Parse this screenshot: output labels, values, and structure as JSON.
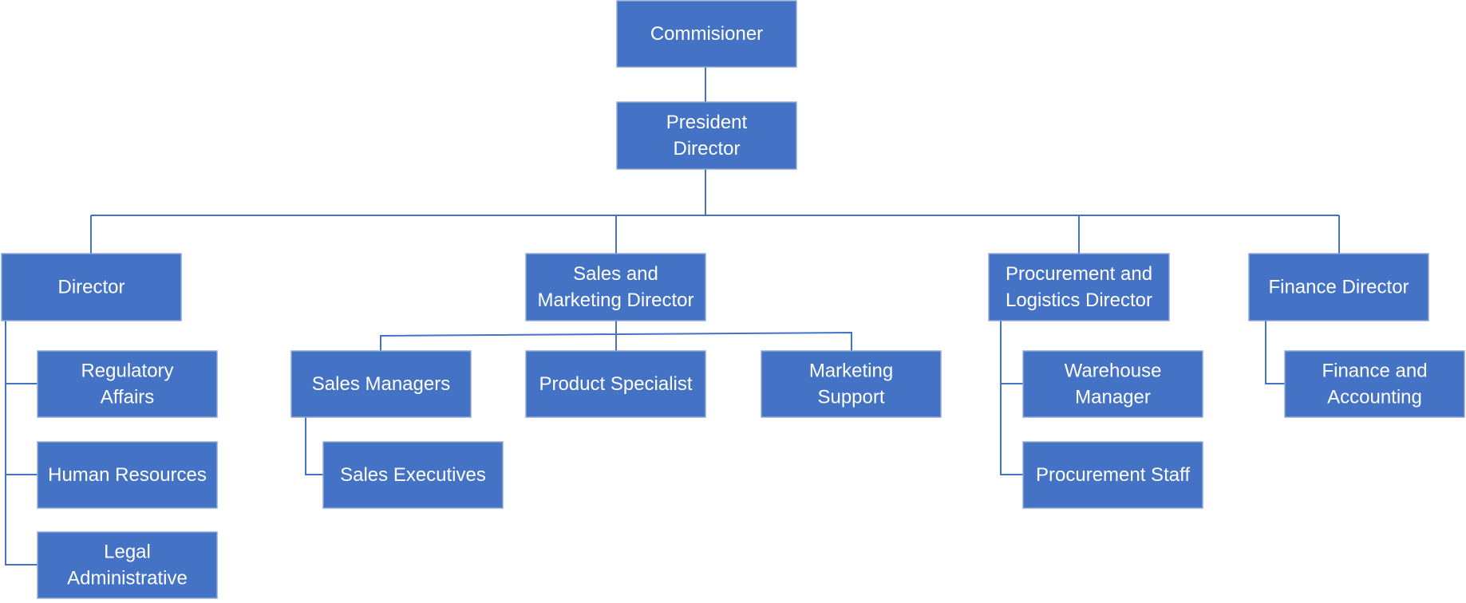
{
  "colors": {
    "box": "#4472c4",
    "line": "#4472c4",
    "text": "#ffffff"
  },
  "nodes": {
    "commissioner": [
      "Commisioner"
    ],
    "president": [
      "President",
      "Director"
    ],
    "director": [
      "Director"
    ],
    "sales_marketing": [
      "Sales and",
      "Marketing Director"
    ],
    "procurement_logistics": [
      "Procurement and",
      "Logistics Director"
    ],
    "finance_director": [
      "Finance Director"
    ],
    "regulatory": [
      "Regulatory",
      "Affairs"
    ],
    "hr": [
      "Human Resources"
    ],
    "legal": [
      "Legal",
      "Administrative"
    ],
    "sales_managers": [
      "Sales Managers"
    ],
    "product_specialist": [
      "Product Specialist"
    ],
    "marketing_support": [
      "Marketing",
      "Support"
    ],
    "sales_executives": [
      "Sales Executives"
    ],
    "warehouse": [
      "Warehouse",
      "Manager"
    ],
    "procurement_staff": [
      "Procurement Staff"
    ],
    "finance_accounting": [
      "Finance and",
      "Accounting"
    ]
  }
}
